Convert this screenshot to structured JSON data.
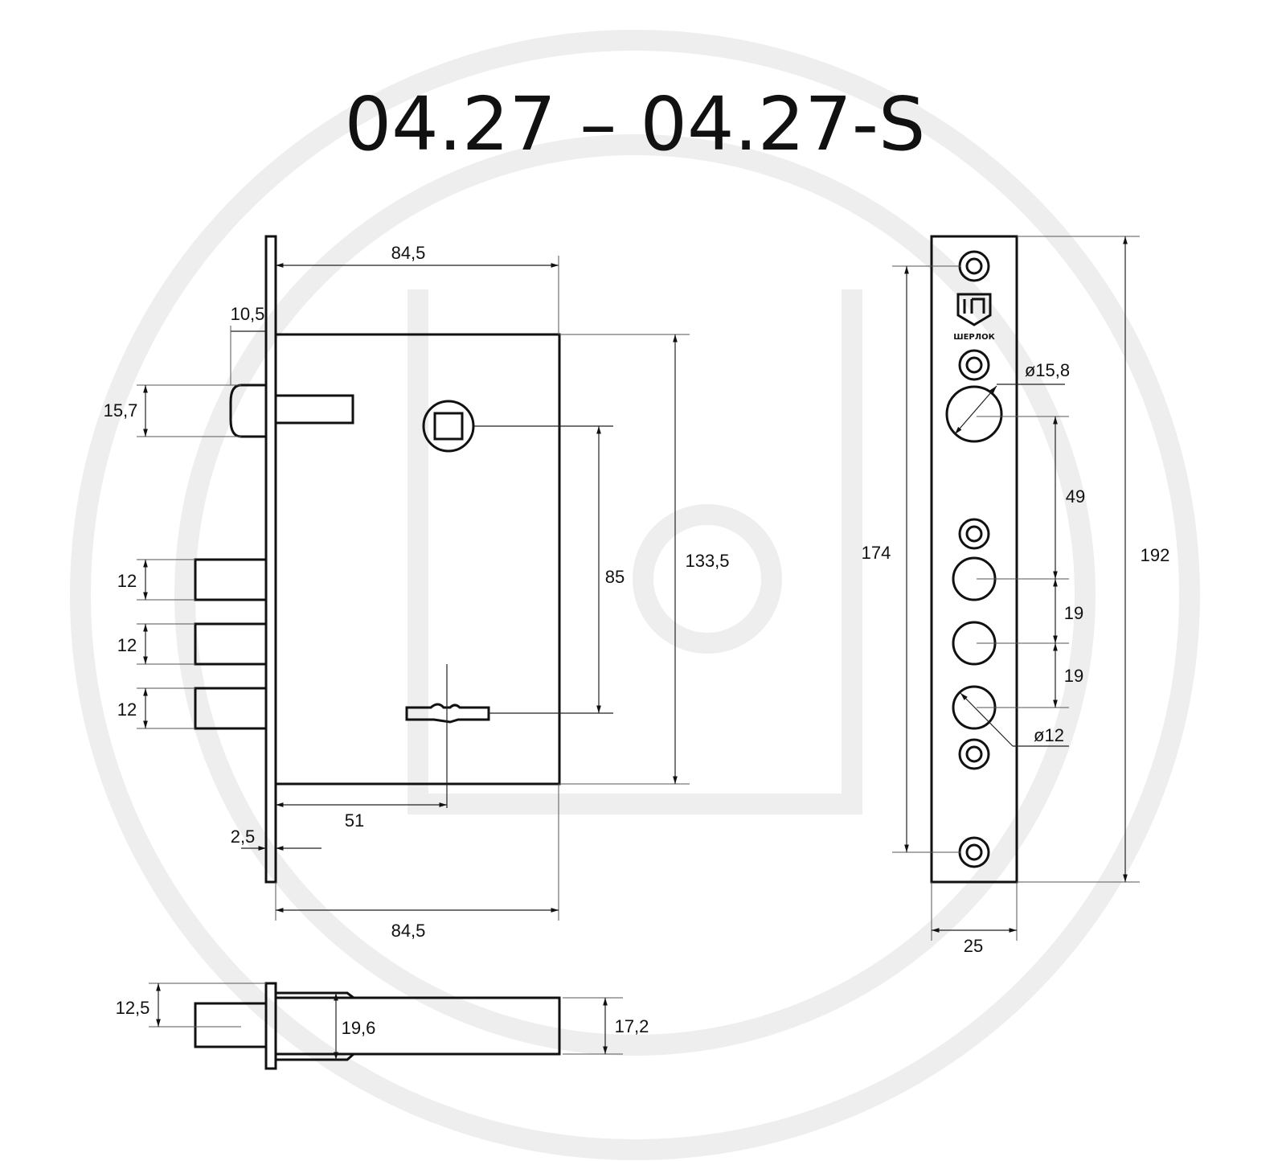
{
  "title": "04.27 – 04.27-S",
  "brand": "ШЕРЛОК",
  "front_view": {
    "width_top": "84,5",
    "backset_offset": "10,5",
    "latch_height": "15,7",
    "bolt_heights": [
      "12",
      "12",
      "12"
    ],
    "center_distance": "85",
    "body_height": "133,5",
    "keyhole_backset": "51",
    "faceplate_thickness": "2,5",
    "width_bottom": "84,5"
  },
  "side_view": {
    "bolt_offset": "12,5",
    "flange_height": "19,6",
    "body_thickness": "17,2"
  },
  "faceplate_view": {
    "spindle_hole_diameter": "ø15,8",
    "spindle_to_bolt": "49",
    "bolt_spacing_1": "19",
    "bolt_spacing_2": "19",
    "cylinder_hole_diameter": "ø12",
    "screw_spacing": "174",
    "total_length": "192",
    "width": "25"
  }
}
